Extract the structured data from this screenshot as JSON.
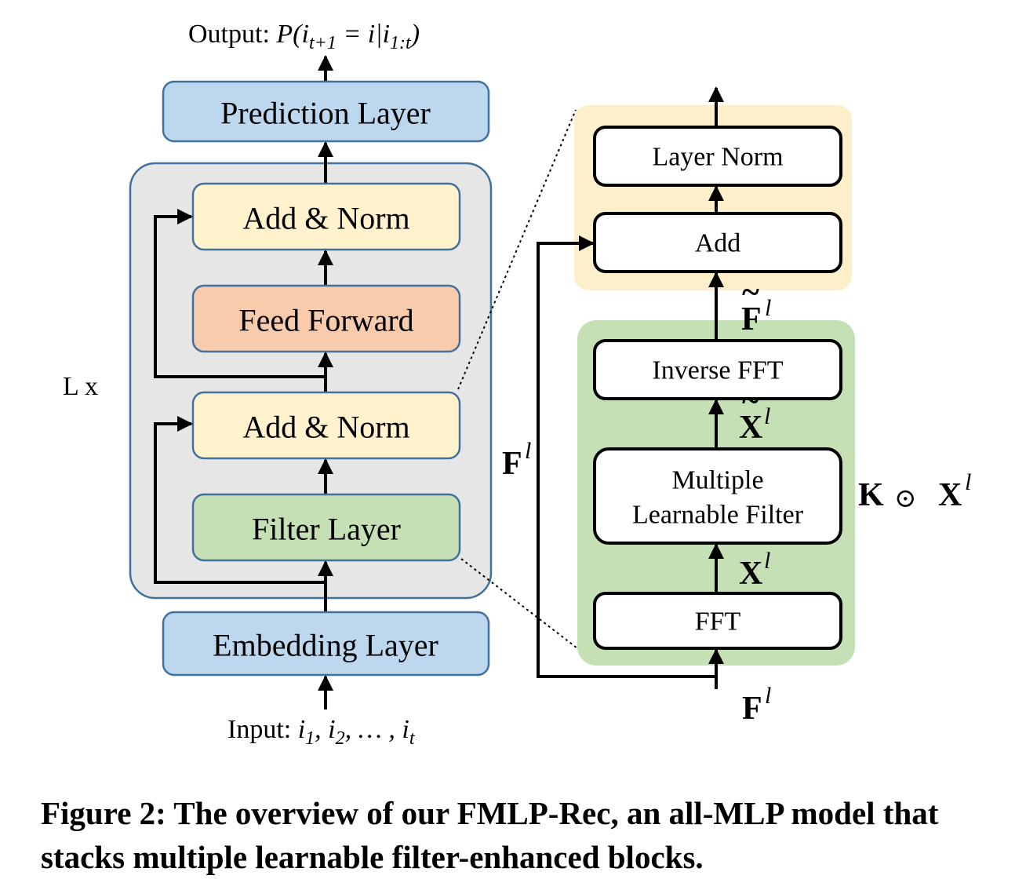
{
  "colors": {
    "blue_fill": "#bdd7ee",
    "blue_stroke": "#41719c",
    "yellow_fill": "#fff2cc",
    "orange_fill": "#f8cbad",
    "green_fill": "#c5e0b4",
    "gray_fill": "#e7e6e6",
    "light_yellow_region": "#fdefc9",
    "light_green_region": "#c5e0b4",
    "white": "#ffffff",
    "black": "#000000"
  },
  "left": {
    "output_prefix": "Output: ",
    "output_math": "P(i",
    "output_sub": "t+1",
    "output_mid": " = i|i",
    "output_sub2": "1:t",
    "output_end": ")",
    "prediction_layer": "Prediction Layer",
    "add_norm_top": "Add & Norm",
    "feed_forward": "Feed Forward",
    "add_norm_bottom": "Add & Norm",
    "filter_layer": "Filter Layer",
    "embedding_layer": "Embedding Layer",
    "repeat_label": "L x",
    "input_prefix": "Input: ",
    "input_math": "i",
    "input_sub1": "1",
    "input_sep": ", i",
    "input_sub2": "2",
    "input_dots": ", … , i",
    "input_sub3": "t"
  },
  "right": {
    "layer_norm": "Layer Norm",
    "add": "Add",
    "inverse_fft": "Inverse FFT",
    "filter_line1": "Multiple",
    "filter_line2": "Learnable Filter",
    "fft": "FFT",
    "f_tilde_base": "F",
    "f_tilde_sup": "l",
    "x_tilde_base": "X",
    "x_tilde_sup": "l",
    "x_base": "X",
    "x_sup": "l",
    "f_left_base": "F",
    "f_left_sup": "l",
    "f_bottom_base": "F",
    "f_bottom_sup": "l",
    "k_expr_k": "K",
    "k_expr_op": "⊙",
    "k_expr_x": "X",
    "k_expr_sup": "l"
  },
  "caption": "Figure 2: The overview of our FMLP-Rec, an all-MLP model that stacks multiple learnable filter-enhanced blocks."
}
